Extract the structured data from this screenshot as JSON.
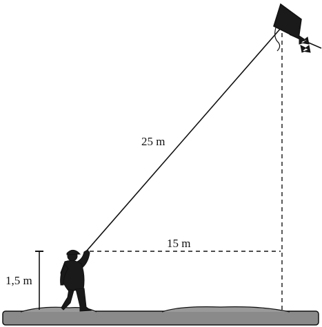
{
  "labels": {
    "string_length": "25 m",
    "horizontal_distance": "15 m",
    "hand_height": "1,5 m"
  },
  "colors": {
    "ground_fill": "#8a8a8a",
    "ink": "#111111",
    "silhouette": "#1a1a1a",
    "background": "#ffffff"
  }
}
